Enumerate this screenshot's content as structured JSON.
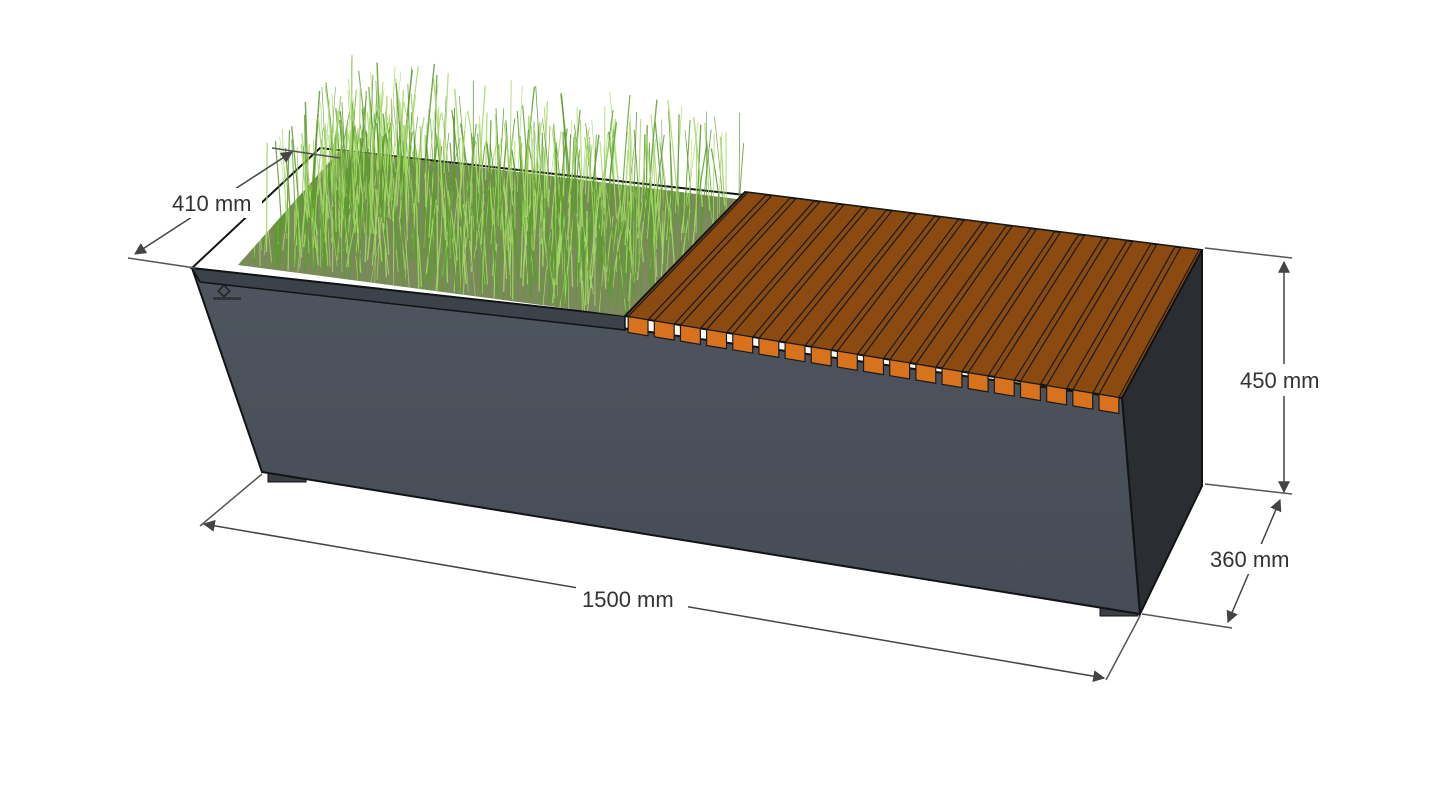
{
  "dimensions": {
    "depth_top": "410 mm",
    "height": "450 mm",
    "depth_base": "360 mm",
    "length": "1500 mm"
  },
  "colors": {
    "body_front": "#4b525b",
    "body_side": "#2a2e33",
    "outline": "#111315",
    "wood_top": "#8b4a10",
    "wood_end": "#d9721c",
    "wood_gap": "#1a1a1a",
    "grass_light": "#a6d86a",
    "grass_dark": "#5c9a2e",
    "dim_line": "#555555"
  },
  "icons": {
    "logo": "diamond-logo-icon"
  }
}
